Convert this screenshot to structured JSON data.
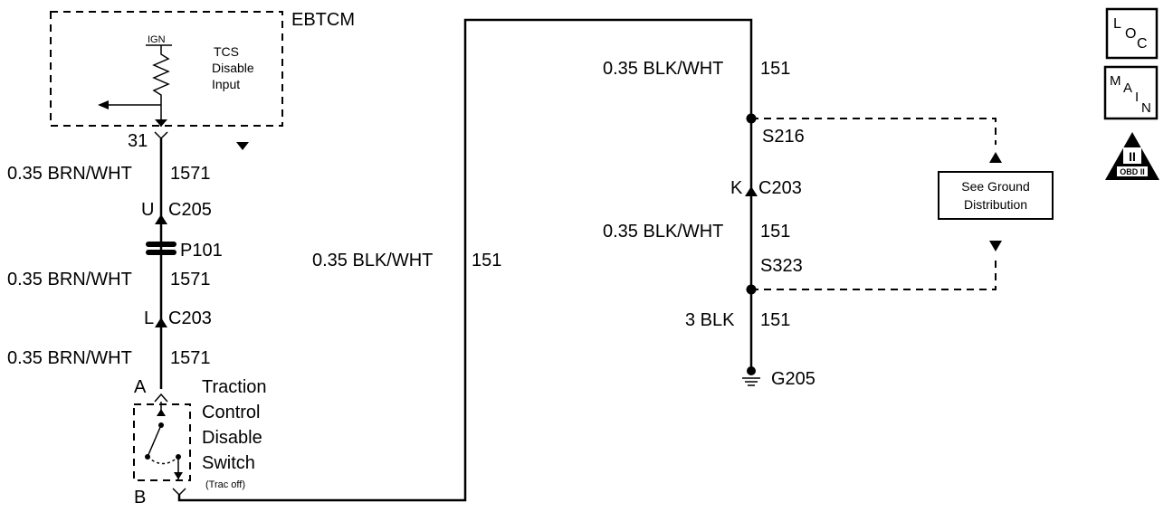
{
  "module": {
    "name": "EBTCM",
    "supply": "IGN",
    "input_lines": [
      "TCS",
      "Disable",
      "Input"
    ],
    "terminal": "31"
  },
  "left_circuit": {
    "wire_1": {
      "gauge_color": "0.35 BRN/WHT",
      "circuit": "1571"
    },
    "conn_1": {
      "pin": "U",
      "name": "C205"
    },
    "passthrough": "P101",
    "wire_2": {
      "gauge_color": "0.35 BRN/WHT",
      "circuit": "1571"
    },
    "conn_2": {
      "pin": "L",
      "name": "C203"
    },
    "wire_3": {
      "gauge_color": "0.35 BRN/WHT",
      "circuit": "1571"
    }
  },
  "switch": {
    "pin_a": "A",
    "pin_b": "B",
    "label_lines": [
      "Traction",
      "Control",
      "Disable",
      "Switch"
    ],
    "note": "(Trac off)"
  },
  "middle_wire": {
    "gauge_color": "0.35 BLK/WHT",
    "circuit": "151"
  },
  "right_circuit": {
    "wire_1": {
      "gauge_color": "0.35 BLK/WHT",
      "circuit": "151"
    },
    "splice_1": "S216",
    "conn": {
      "pin": "K",
      "name": "C203"
    },
    "wire_2": {
      "gauge_color": "0.35 BLK/WHT",
      "circuit": "151"
    },
    "splice_2": "S323",
    "wire_3": {
      "gauge_color": "3 BLK",
      "circuit": "151"
    },
    "ground": "G205"
  },
  "ground_ref": {
    "lines": [
      "See Ground",
      "Distribution"
    ]
  },
  "side_icons": {
    "loc": {
      "l": "L",
      "o": "O",
      "c": "C"
    },
    "main": {
      "m": "M",
      "a": "A",
      "i": "I",
      "n": "N"
    },
    "obd": {
      "numeral": "II",
      "text": "OBD II"
    }
  }
}
